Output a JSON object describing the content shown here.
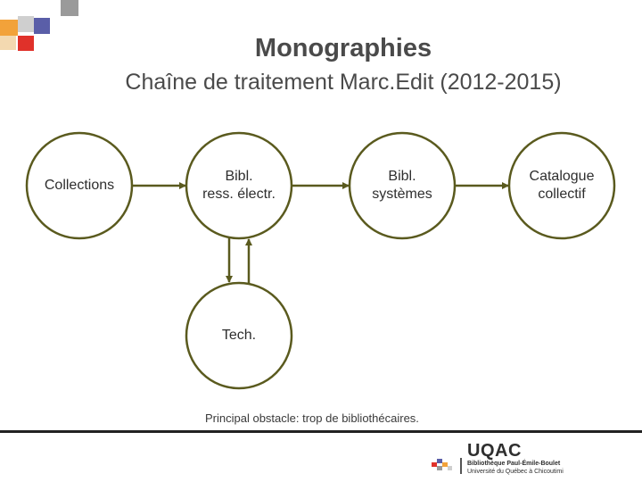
{
  "title": "Monographies",
  "subtitle": "Chaîne de traitement Marc.Edit (2012-2015)",
  "nodes": [
    {
      "id": "collections",
      "label": "Collections"
    },
    {
      "id": "bibl-ress",
      "label": "Bibl.\nress. électr."
    },
    {
      "id": "bibl-sys",
      "label": "Bibl.\nsystèmes"
    },
    {
      "id": "catalogue",
      "label": "Catalogue\ncollectif"
    },
    {
      "id": "tech",
      "label": "Tech."
    }
  ],
  "caption": "Principal obstacle: trop de bibliothécaires.",
  "logo": {
    "name": "UQAC",
    "line1": "Bibliothèque Paul-Émile-Boulet",
    "line2": "Université du Québec à Chicoutimi"
  },
  "colors": {
    "node_stroke": "#5a5a1e",
    "deco_orange": "#f2a23a",
    "deco_red": "#e0312a",
    "deco_blue": "#5a5ea8",
    "deco_gray": "#9a9a9a"
  }
}
